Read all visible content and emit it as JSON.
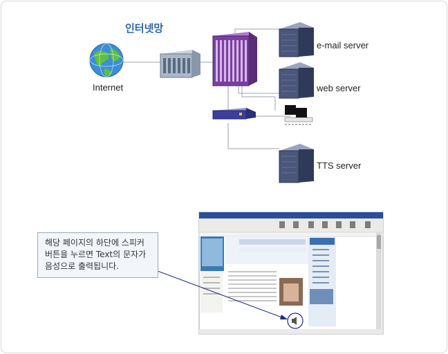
{
  "diagram": {
    "title": "인터넷망",
    "internet_label": "Internet",
    "servers": [
      {
        "label": "e-mail server"
      },
      {
        "label": "web server"
      },
      {
        "label": "TTS server"
      }
    ],
    "callout": {
      "lines": [
        "해당 페이지의 하단에 스피커",
        "버튼을 누르면 Text의 문자가",
        "음성으로 출력됩니다."
      ]
    }
  },
  "colors": {
    "title": "#2a64a8",
    "link_line": "#9aa3ad",
    "arrow": "#1f2a8a",
    "rack": "#7a3fa0",
    "server": "#3f4b6b",
    "callout_border": "#9aa9bb"
  }
}
